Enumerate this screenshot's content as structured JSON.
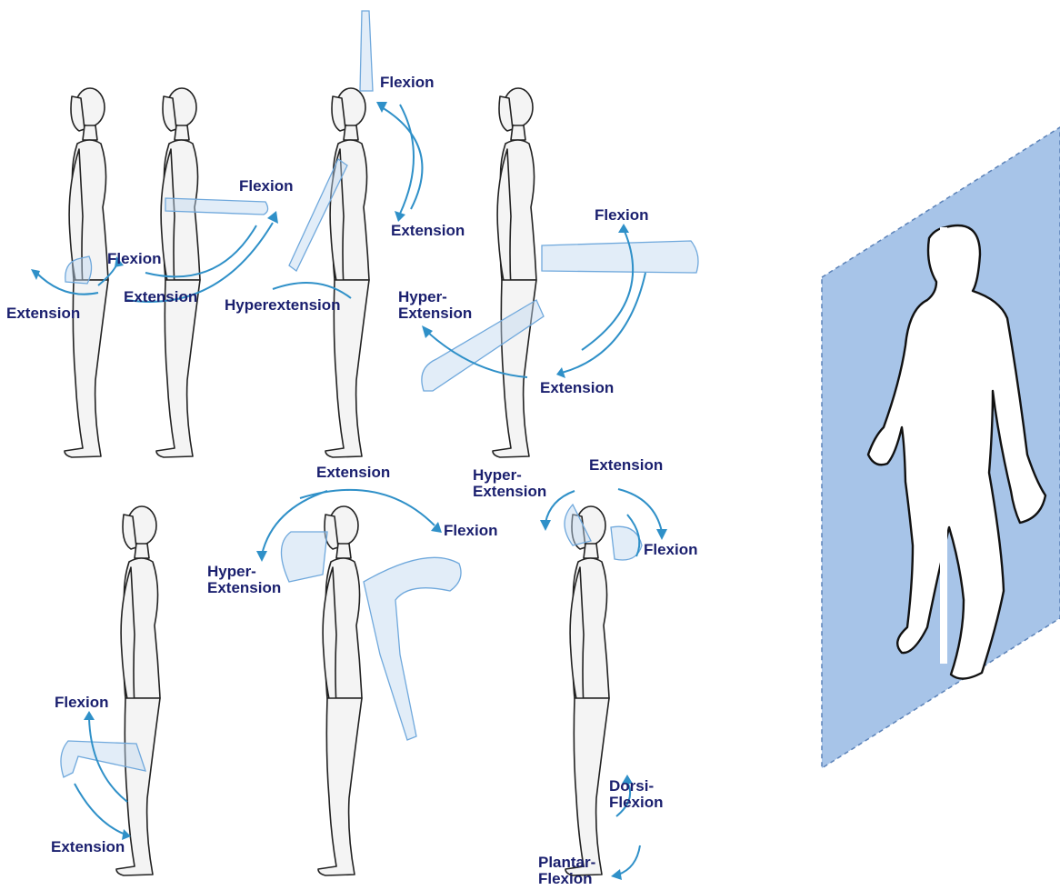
{
  "figures": {
    "hip_flexion_extension": {
      "flexion": "Flexion",
      "extension": "Extension"
    },
    "trunk_flexion": {
      "flexion": "Flexion",
      "extension": "Extension",
      "hyperextension": "Hyperextension"
    },
    "shoulder_flexion": {
      "flexion": "Flexion",
      "extension": "Extension"
    },
    "leg_flexion": {
      "flexion": "Flexion",
      "hyper_1": "Hyper-",
      "hyper_2": "Extension",
      "extension": "Extension"
    },
    "knee_flexion": {
      "flexion": "Flexion",
      "extension": "Extension"
    },
    "spine_flexion": {
      "extension": "Extension",
      "flexion": "Flexion",
      "hyper_1": "Hyper-",
      "hyper_2": "Extension"
    },
    "neck_flexion": {
      "hyper_1": "Hyper-",
      "hyper_2": "Extension",
      "extension": "Extension",
      "flexion": "Flexion"
    },
    "ankle_flexion": {
      "dorsi_1": "Dorsi-",
      "dorsi_2": "Flexion",
      "plantar_1": "Plantar-",
      "plantar_2": "Flexion"
    }
  },
  "colors": {
    "label": "#1a1f6e",
    "arrow": "#2f90c8",
    "plane": "#a7c4e8",
    "ghost": "#c8dcf1"
  },
  "icons": [
    "standing-figure-icon",
    "sagittal-plane-icon",
    "curved-arrow-icon"
  ]
}
